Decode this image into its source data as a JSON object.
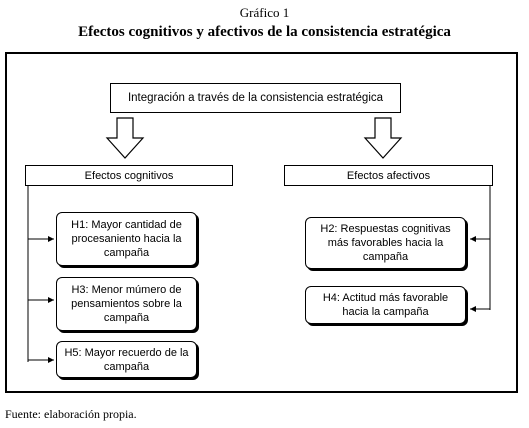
{
  "caption": "Gráfico 1",
  "title": "Efectos cognitivos y afectivos de la consistencia estratégica",
  "top_box": "Integración a través de la consistencia estratégica",
  "left_header": "Efectos cognitivos",
  "right_header": "Efectos afectivos",
  "h1": "H1: Mayor cantidad de procesaniento hacia la campaña",
  "h3": "H3: Menor múmero de pensamientos sobre la campaña",
  "h5": "H5: Mayor recuerdo de la campaña",
  "h2": "H2: Respuestas cognitivas más favorables hacia la campaña",
  "h4": "H4: Actitud más favorable hacia la campaña",
  "source": "Fuente: elaboración propia."
}
